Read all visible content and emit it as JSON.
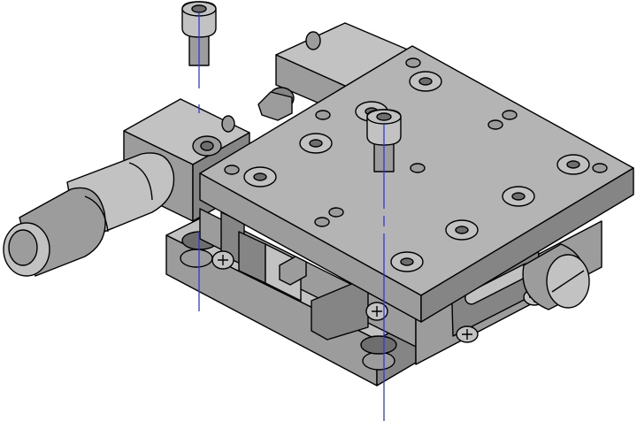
{
  "colors": {
    "top_face": "#b4b4b4",
    "side_face": "#9c9c9c",
    "dark_face": "#858585",
    "outline": "#000000",
    "axis_line": "#2f3bd0",
    "background": "#ffffff"
  },
  "icons": {
    "socket_head_screw": "socket-head-cap-screw",
    "micrometer_x": "micrometer-head",
    "micrometer_y": "micrometer-head",
    "lock_knob": "locking-screw-knob"
  }
}
